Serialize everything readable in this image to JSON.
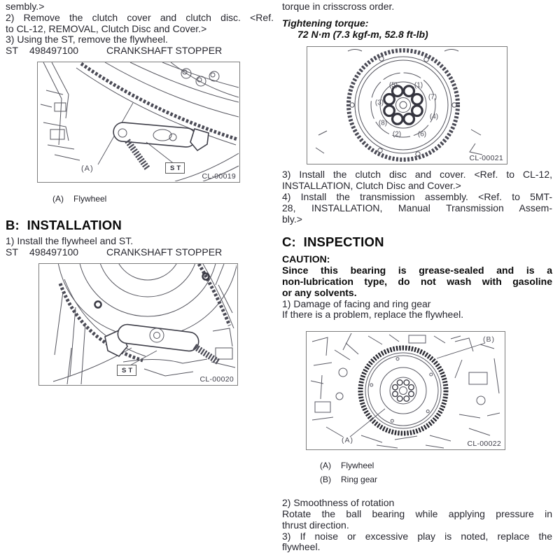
{
  "left": {
    "l0": "sembly.>",
    "l1": "2) Remove the clutch cover and clutch disc. <Ref.",
    "l2": "to CL-12, REMOVAL, Clutch Disc and Cover.>",
    "l3": "3) Using the ST, remove the flywheel.",
    "st1": {
      "key": "ST",
      "part": "498497100",
      "name": "CRANKSHAFT STOPPER"
    },
    "fig1": {
      "label_a": "(A)",
      "st": "ST",
      "code": "CL-00019"
    },
    "cap1": {
      "key": "(A)",
      "val": "Flywheel"
    },
    "hb": "B:  INSTALLATION",
    "l4": "1) Install the flywheel and ST.",
    "st2": {
      "key": "ST",
      "part": "498497100",
      "name": "CRANKSHAFT STOPPER"
    },
    "fig2": {
      "st": "ST",
      "code": "CL-00020"
    }
  },
  "right": {
    "r0": "torque in crisscross order.",
    "tq": {
      "label": "Tightening torque:",
      "value": "72 N·m (7.3 kgf-m, 52.8 ft-lb)"
    },
    "fig3": {
      "code": "CL-00021",
      "bolts": [
        "(1)",
        "(2)",
        "(3)",
        "(4)",
        "(5)",
        "(6)",
        "(7)",
        "(8)"
      ]
    },
    "r1": "3) Install the clutch disc and cover. <Ref. to CL-12,",
    "r2": "INSTALLATION, Clutch Disc and Cover.>",
    "r3": "4) Install the transmission assembly. <Ref. to 5MT-",
    "r4": "28, INSTALLATION, Manual Transmission Assem-",
    "r5": "bly.>",
    "hc": "C:  INSPECTION",
    "caution_label": "CAUTION:",
    "c1": "Since this bearing is grease-sealed and is a",
    "c2": "non-lubrication type, do not wash with gasoline",
    "c3": "or any solvents.",
    "r6": "1) Damage of facing and ring gear",
    "r7": "If there is a problem, replace the flywheel.",
    "fig4": {
      "label_a": "(A)",
      "label_b": "(B)",
      "code": "CL-00022"
    },
    "cap4": [
      {
        "key": "(A)",
        "val": "Flywheel"
      },
      {
        "key": "(B)",
        "val": "Ring gear"
      }
    ],
    "r8": "2) Smoothness of rotation",
    "r9": "Rotate the ball bearing while applying pressure in",
    "r10": "thrust direction.",
    "r11": "3) If noise or excessive play is noted, replace the",
    "r12": "flywheel."
  }
}
